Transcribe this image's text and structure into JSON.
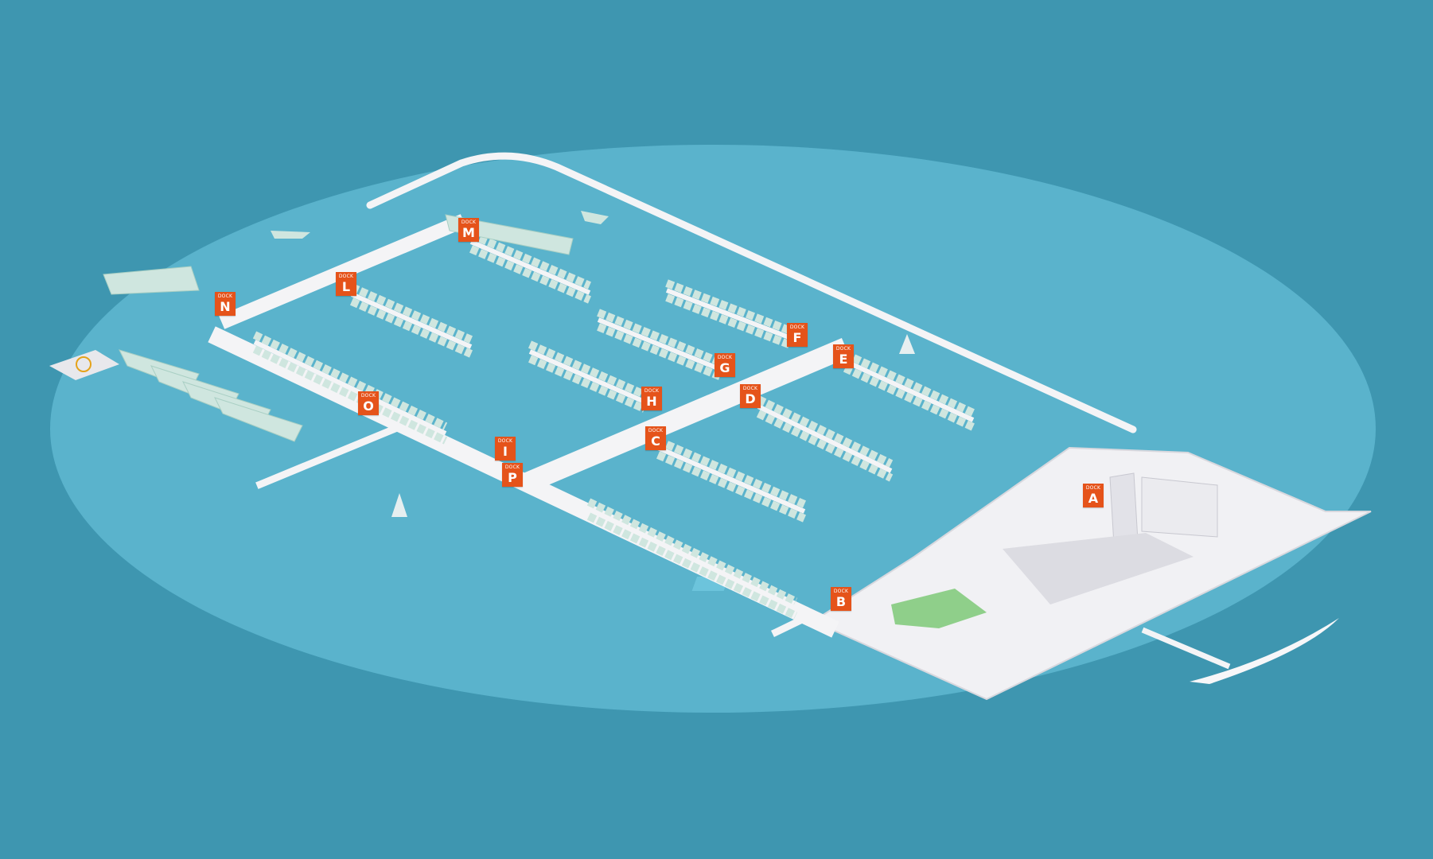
{
  "map": {
    "colors": {
      "sea": "#3e96b0",
      "lagoon": "#5ab3cc",
      "land": "#f1f1f4",
      "boat": "#cfe6df",
      "dock": "#e5531a",
      "green": "#8fcf8a"
    },
    "docks": [
      {
        "caption": "DOCK",
        "letter": "A"
      },
      {
        "caption": "DOCK",
        "letter": "B"
      },
      {
        "caption": "DOCK",
        "letter": "C"
      },
      {
        "caption": "DOCK",
        "letter": "D"
      },
      {
        "caption": "DOCK",
        "letter": "E"
      },
      {
        "caption": "DOCK",
        "letter": "F"
      },
      {
        "caption": "DOCK",
        "letter": "G"
      },
      {
        "caption": "DOCK",
        "letter": "H"
      },
      {
        "caption": "DOCK",
        "letter": "I"
      },
      {
        "caption": "DOCK",
        "letter": "L"
      },
      {
        "caption": "DOCK",
        "letter": "M"
      },
      {
        "caption": "DOCK",
        "letter": "N"
      },
      {
        "caption": "DOCK",
        "letter": "O"
      },
      {
        "caption": "DOCK",
        "letter": "P"
      }
    ]
  }
}
